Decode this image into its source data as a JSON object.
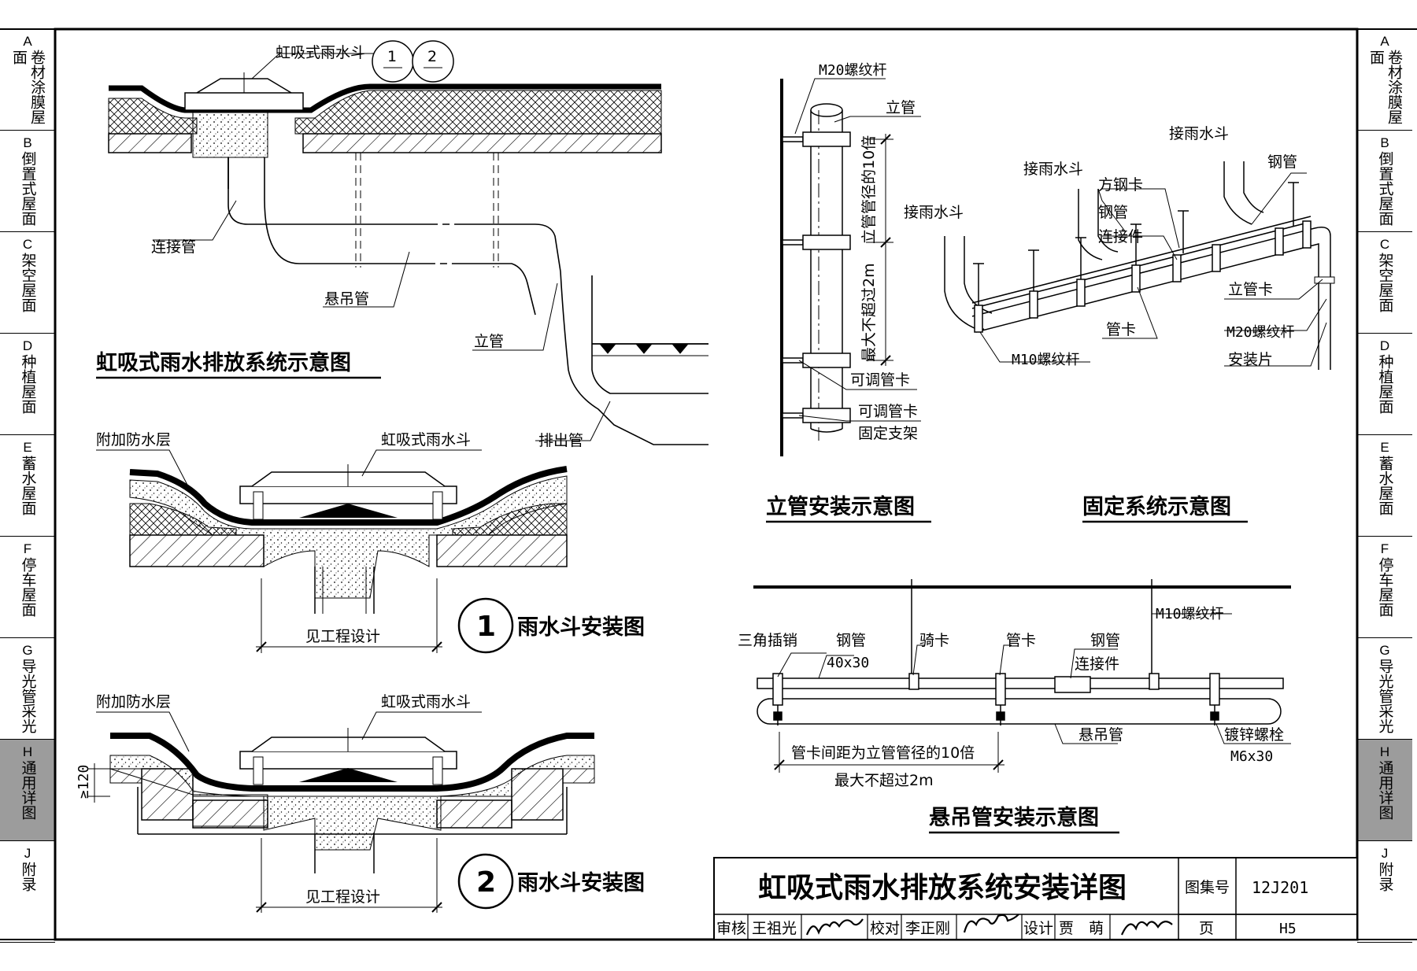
{
  "side_tabs": [
    {
      "code": "A",
      "text": "卷材涂膜屋面",
      "active": false
    },
    {
      "code": "B",
      "text": "倒置式屋面",
      "active": false
    },
    {
      "code": "C",
      "text": "架空屋面",
      "active": false
    },
    {
      "code": "D",
      "text": "种植屋面",
      "active": false
    },
    {
      "code": "E",
      "text": "蓄水屋面",
      "active": false
    },
    {
      "code": "F",
      "text": "停车屋面",
      "active": false
    },
    {
      "code": "G",
      "text": "导光管采光",
      "active": false
    },
    {
      "code": "H",
      "text": "通用详图",
      "active": true
    },
    {
      "code": "J",
      "text": "附录",
      "active": false
    }
  ],
  "system_diagram": {
    "title": "虹吸式雨水排放系统示意图",
    "labels": {
      "siphon_drain": "虹吸式雨水斗",
      "ref1": "1",
      "ref2": "2",
      "connector": "连接管",
      "hanging_pipe": "悬吊管",
      "riser": "立管",
      "outlet": "排出管"
    }
  },
  "detail_1": {
    "number": "1",
    "caption": "雨水斗安装图",
    "labels": {
      "extra_waterproof": "附加防水层",
      "siphon_drain": "虹吸式雨水斗",
      "see_design": "见工程设计"
    }
  },
  "detail_2": {
    "number": "2",
    "caption": "雨水斗安装图",
    "labels": {
      "extra_waterproof": "附加防水层",
      "siphon_drain": "虹吸式雨水斗",
      "see_design": "见工程设计",
      "min_depth": "≥120"
    }
  },
  "riser_diagram": {
    "title": "立管安装示意图",
    "labels": {
      "rod": "M20螺纹杆",
      "riser": "立管",
      "spacing_upper": "立管管径的10倍",
      "spacing_lower": "最大不超过2m",
      "adjustable_clamp": "可调管卡",
      "adjustable_clamp2": "可调管卡",
      "fixed_bracket": "固定支架"
    }
  },
  "fixing_diagram": {
    "title": "固定系统示意图",
    "labels": {
      "drain_a": "接雨水斗",
      "drain_b": "接雨水斗",
      "drain_c": "接雨水斗",
      "square_clamp": "方钢卡",
      "steel_pipe": "钢管",
      "steel_pipe2": "钢管",
      "connector": "连接件",
      "pipe_clamp": "管卡",
      "m10_rod": "M10螺纹杆",
      "riser_clamp": "立管卡",
      "m20_rod": "M20螺纹杆",
      "mount_plate": "安装片"
    }
  },
  "hanger_diagram": {
    "title": "悬吊管安装示意图",
    "labels": {
      "m10_rod": "M10螺纹杆",
      "tri_pin": "三角插销",
      "steel_pipe": "钢管",
      "size": "40x30",
      "saddle_clamp": "骑卡",
      "pipe_clamp": "管卡",
      "steel_pipe2": "钢管",
      "connector": "连接件",
      "hanging_pipe": "悬吊管",
      "galv_bolt": "镀锌螺栓",
      "bolt_size": "M6x30",
      "spacing_upper": "管卡间距为立管管径的10倍",
      "spacing_lower": "最大不超过2m"
    }
  },
  "title_block": {
    "drawing_title": "虹吸式雨水排放系统安装详图",
    "atlas_label": "图集号",
    "atlas_no": "12J201",
    "review_label": "审核",
    "reviewer": "王祖光",
    "check_label": "校对",
    "checker": "李正刚",
    "design_label": "设计",
    "designer": "贾　萌",
    "page_label": "页",
    "page_no": "H5"
  },
  "colors": {
    "ink": "#000000",
    "hatch": "#000000",
    "active_tab": "#9c9c9c",
    "paper": "#ffffff"
  }
}
